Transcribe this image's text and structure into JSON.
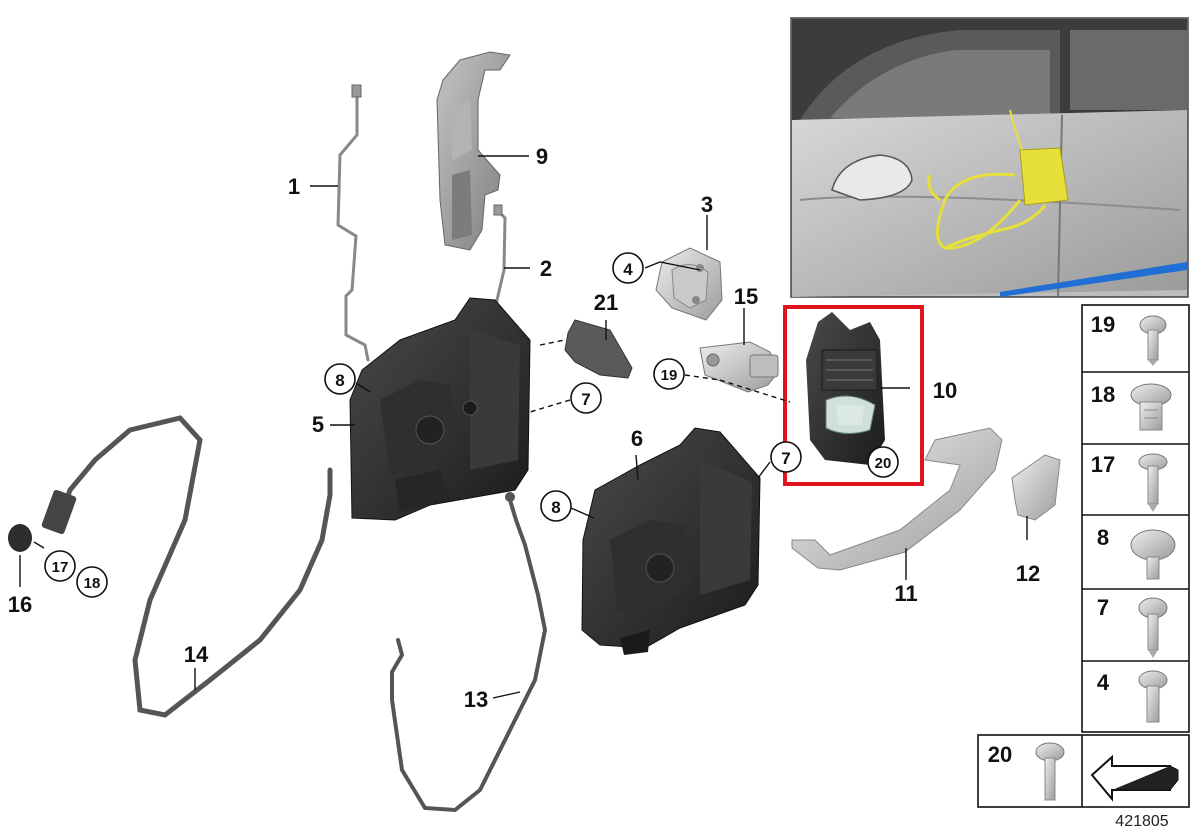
{
  "diagram": {
    "figure_number": "421805",
    "callouts": {
      "c1": "1",
      "c2": "2",
      "c3": "3",
      "c4": "4",
      "c5": "5",
      "c6": "6",
      "c7a": "7",
      "c7b": "7",
      "c8a": "8",
      "c8b": "8",
      "c9": "9",
      "c10": "10",
      "c11": "11",
      "c12": "12",
      "c13": "13",
      "c14": "14",
      "c15": "15",
      "c16": "16",
      "c17": "17",
      "c18": "18",
      "c19": "19",
      "c20": "20",
      "c21": "21"
    },
    "fastener_table": {
      "rows": [
        "19",
        "18",
        "17",
        "8",
        "7",
        "4"
      ],
      "bottom_label": "20"
    },
    "highlight_color": "#e0141e",
    "part_color_dark": "#2b2b2b",
    "part_color_grey": "#9a9a9a",
    "inset_car_color": "#c9c9c9",
    "inset_accent_color": "#e8e03a",
    "icons": [
      "inset-car-photo",
      "arrow-symbol-icon"
    ]
  }
}
